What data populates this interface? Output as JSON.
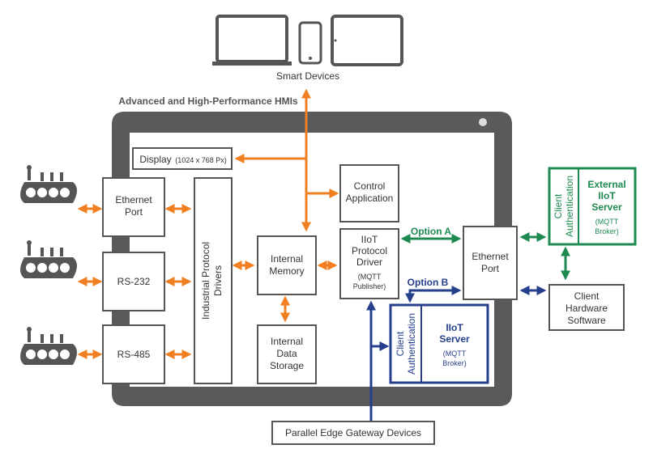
{
  "smart_devices": "Smart Devices",
  "hmi_title": "Advanced and High-Performance HMIs",
  "display": {
    "label": "Display",
    "resolution": "(1024 x 768 Px)"
  },
  "control_application": {
    "line1": "Control",
    "line2": "Application"
  },
  "ethernet_port_left": {
    "line1": "Ethernet",
    "line2": "Port"
  },
  "rs232": "RS-232",
  "rs485": "RS-485",
  "protocol_drivers": {
    "line1": "Industrial Protocol",
    "line2": "Drivers"
  },
  "internal_memory": {
    "line1": "Internal",
    "line2": "Memory"
  },
  "internal_storage": {
    "line1": "Internal",
    "line2": "Data",
    "line3": "Storage"
  },
  "iiot_driver": {
    "line1": "IIoT",
    "line2": "Protocol",
    "line3": "Driver",
    "line4": "(MQTT",
    "line5": "Publisher)"
  },
  "option_a": "Option A",
  "option_b": "Option B",
  "ethernet_port_right": {
    "line1": "Ethernet",
    "line2": "Port"
  },
  "external_server": {
    "auth1": "Client",
    "auth2": "Authentication",
    "line1": "External",
    "line2": "IIoT",
    "line3": "Server",
    "line4": "(MQTT",
    "line5": "Broker)"
  },
  "iiot_server": {
    "auth1": "Client",
    "auth2": "Authentication",
    "line1": "IIoT",
    "line2": "Server",
    "line3": "(MQTT",
    "line4": "Broker)"
  },
  "client_software": {
    "line1": "Client",
    "line2": "Hardware",
    "line3": "Software"
  },
  "edge_gateway": "Parallel Edge Gateway Devices",
  "colors": {
    "orange": "#f07f21",
    "green": "#1e8a52",
    "blue": "#253f8c",
    "frame": "#5a5a5a"
  },
  "icons": [
    "laptop-icon",
    "phone-icon",
    "tablet-icon",
    "conveyor-icon"
  ]
}
